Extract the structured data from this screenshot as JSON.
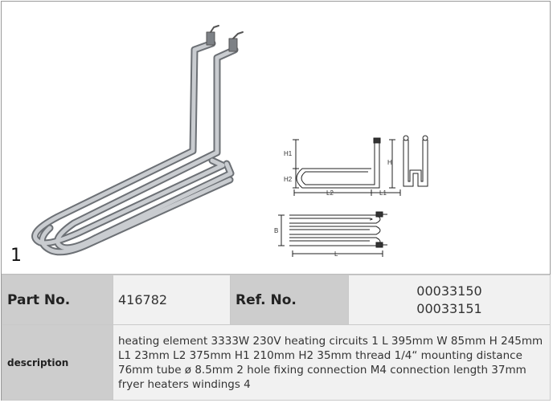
{
  "figure": {
    "number": "1"
  },
  "drawing": {
    "labels": {
      "h1": "H1",
      "h2": "H2",
      "h": "H",
      "l2": "L2",
      "l1": "L1",
      "b": "B",
      "l": "L"
    }
  },
  "table": {
    "part_no_label": "Part No.",
    "part_no_value": "416782",
    "ref_no_label": "Ref. No.",
    "ref_no_values": [
      "00033150",
      "00033151"
    ],
    "description_label": "description",
    "description_text": "heating element  3333W 230V heating circuits 1 L 395mm W 85mm H 245mm L1 23mm L2 375mm H1 210mm H2 35mm thread 1/4“ mounting distance 76mm tube ø 8.5mm 2 hole fixing connection M4 connection length 37mm fryer heaters windings 4"
  }
}
